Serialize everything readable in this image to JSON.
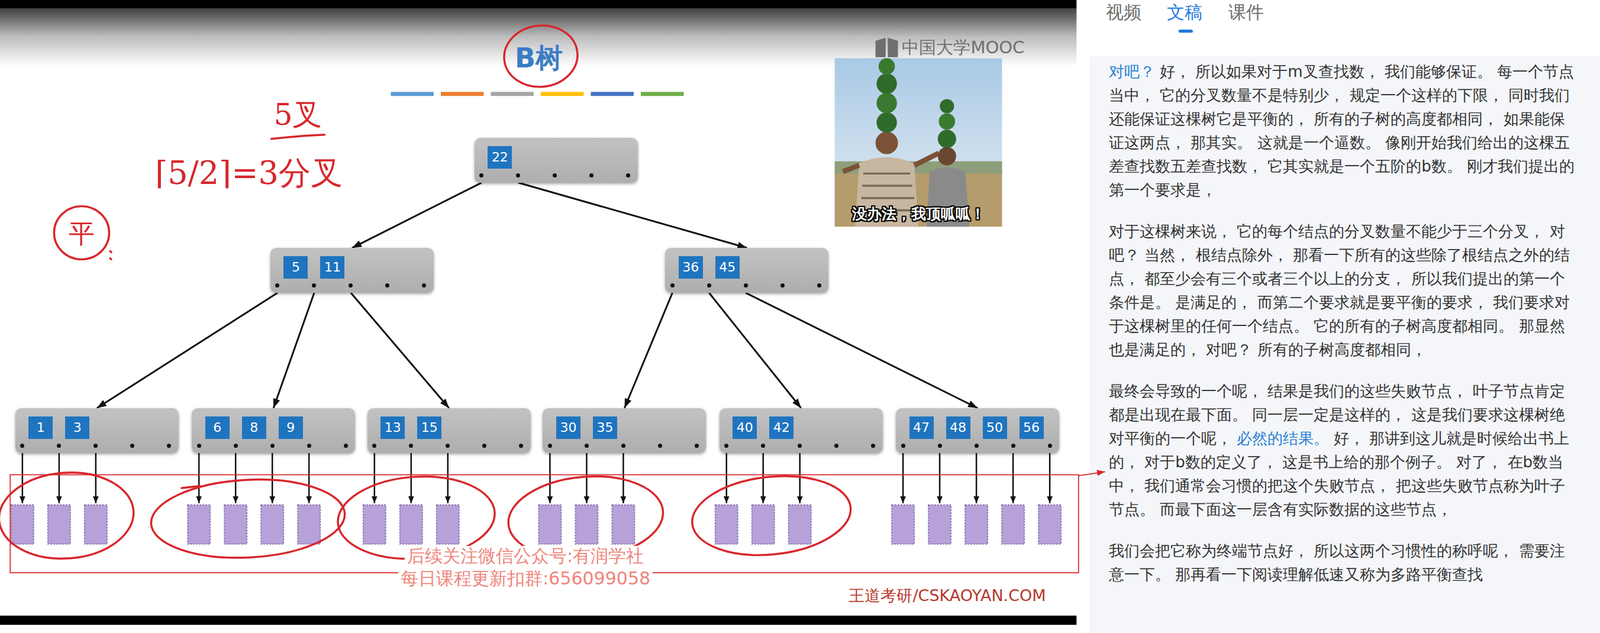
{
  "diagram": {
    "title": "B树",
    "nodes": [
      {
        "text": [
          "22"
        ]
      },
      {
        "text": [
          "5",
          "11"
        ]
      },
      {
        "text": [
          "36",
          "45"
        ]
      },
      {
        "text": [
          "1",
          "3"
        ]
      },
      {
        "text": [
          "6",
          "8",
          "9"
        ]
      },
      {
        "text": [
          "13",
          "15"
        ]
      },
      {
        "text": [
          "30",
          "35"
        ]
      },
      {
        "text": [
          "40",
          "42"
        ]
      },
      {
        "text": [
          "47",
          "48",
          "50",
          "56"
        ]
      }
    ],
    "edges": [
      {
        "from": 0,
        "to": 1,
        "arrow": "to"
      },
      {
        "from": 0,
        "to": 2,
        "arrow": "to"
      },
      {
        "from": 1,
        "to": 3,
        "arrow": "to"
      },
      {
        "from": 1,
        "to": 4,
        "arrow": "to"
      },
      {
        "from": 1,
        "to": 5,
        "arrow": "to"
      },
      {
        "from": 2,
        "to": 6,
        "arrow": "to"
      },
      {
        "from": 2,
        "to": 7,
        "arrow": "to"
      },
      {
        "from": 2,
        "to": 8,
        "arrow": "to"
      }
    ],
    "labels": [
      "中国大学MOOC",
      "没办法，我顶呱呱！",
      "5叉",
      "⌈5/2⌉=3分叉",
      "平",
      "后续关注微信公众号:有润学社",
      "每日课程更新扣群:656099058",
      "王道考研/CSKAOYAN.COM",
      "视频",
      "文稿",
      "课件",
      "对吧？",
      "好， 所以如果对于m叉查找数， 我们能够保证。 每一个节点当中， 它的分叉数量不是特别少， 规定一个这样的下限， 同时我们还能保证这棵树它是平衡的， 所有的子树的高度都相同， 如果能保证这两点， 那其实。 这就是一个逼数。 像刚开始我们给出的这棵五差查找数五差查找数， 它其实就是一个五阶的b数。 刚才我们提出的第一个要求是，",
      "对于这棵树来说， 它的每个结点的分叉数量不能少于三个分叉， 对吧？ 当然， 根结点除外， 那看一下所有的这些除了根结点之外的结点， 都至少会有三个或者三个以上的分支， 所以我们提出的第一个条件是。 是满足的， 而第二个要求就是要平衡的要求， 我们要求对于这棵树里的任何一个结点。 它的所有的子树高度都相同。 那显然也是满足的， 对吧？ 所有的子树高度都相同，",
      "最终会导致的一个呢， 结果是我们的这些失败节点， 叶子节点肯定都是出现在最下面。 同一层一定是这样的， 这是我们要求这棵树绝对平衡的一个呢，",
      "必然的结果。",
      "好， 那讲到这儿就是时候给出书上的， 对于b数的定义了， 这是书上给的那个例子。 对了， 在b数当中， 我们通常会习惯的把这个失败节点， 把这些失败节点称为叶子节点。 而最下面这一层含有实际数据的这些节点，",
      "我们会把它称为终端节点好， 所以这两个习惯性的称呼呢， 需要注意一下。 那再看一下阅读理解低速又称为多路平衡查找"
    ]
  }
}
